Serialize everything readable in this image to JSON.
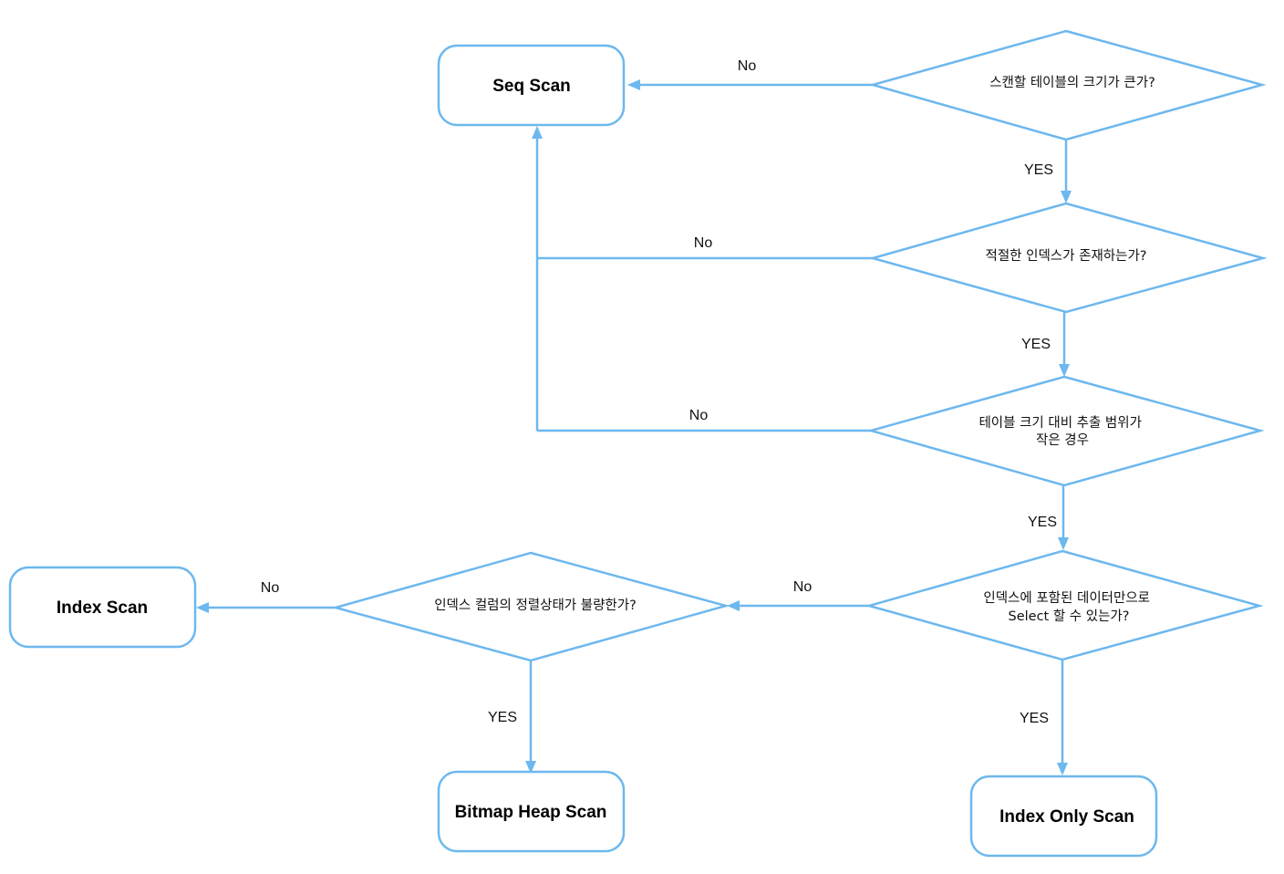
{
  "colors": {
    "stroke": "#6db8ee",
    "text": "#111111",
    "background": "#ffffff"
  },
  "nodes": {
    "seq_scan": "Seq Scan",
    "index_scan": "Index Scan",
    "bitmap_heap_scan": "Bitmap Heap Scan",
    "index_only_scan": "Index Only Scan"
  },
  "decisions": {
    "table_size": [
      "스캔할 테이블의 크기가 큰가?"
    ],
    "index_exists": [
      "적절한 인덱스가 존재하는가?"
    ],
    "extract_range": [
      "테이블 크기 대비 추출 범위가",
      "작은 경우"
    ],
    "index_only": [
      "인덱스에 포함된 데이터만으로",
      "Select 할 수 있는가?"
    ],
    "sort_state": [
      "인덱스 컬럼의 정렬상태가 불량한가?"
    ]
  },
  "edges": {
    "no_table_size": "No",
    "yes_table_size": "YES",
    "no_index_exists": "No",
    "yes_index_exists": "YES",
    "no_extract_range": "No",
    "yes_extract_range": "YES",
    "no_index_only": "No",
    "yes_index_only": "YES",
    "no_sort_state": "No",
    "yes_sort_state": "YES"
  }
}
